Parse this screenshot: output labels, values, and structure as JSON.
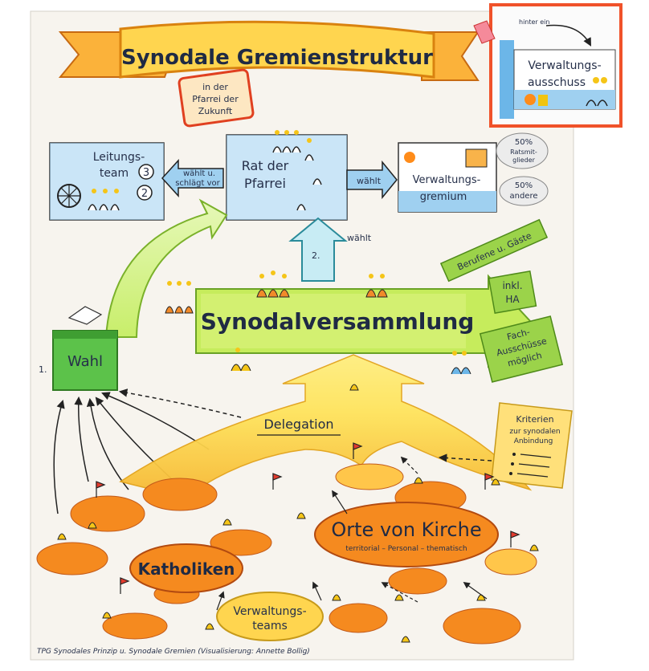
{
  "title": "Synodale Gremienstruktur",
  "subtitle_line1": "in der",
  "subtitle_line2": "Pfarrei der",
  "subtitle_line3": "Zukunft",
  "inset": {
    "tag": "hinter ein",
    "line1": "Verwaltungs-",
    "line2": "ausschuss"
  },
  "leitungsteam": {
    "line1": "Leitungs-",
    "line2": "team",
    "num1": "3",
    "num2": "2"
  },
  "arrow_waehlt_schlaegt": {
    "line1": "wählt u.",
    "line2": "schlägt vor"
  },
  "rat": {
    "line1": "Rat der",
    "line2": "Pfarrei"
  },
  "arrow_waehlt": "wählt",
  "verwaltungsgremium": {
    "line1": "Verwaltungs-",
    "line2": "gremium"
  },
  "pct1": {
    "line1": "50%",
    "line2": "Ratsmit-",
    "line3": "glieder"
  },
  "pct2": {
    "line1": "50%",
    "line2": "andere"
  },
  "num_2": "2.",
  "waehlt_up": "wählt",
  "berufene": "Berufene u. Gäste",
  "inkl_line1": "inkl.",
  "inkl_line2": "HA",
  "synodalversammlung": "Synodalversammlung",
  "fach": {
    "line1": "Fach-",
    "line2": "Ausschüsse",
    "line3": "möglich"
  },
  "num_1": "1.",
  "wahl": "Wahl",
  "delegation": "Delegation",
  "kriterien": {
    "line1": "Kriterien",
    "line2": "zur synodalen",
    "line3": "Anbindung"
  },
  "orte": {
    "line1": "Orte von Kirche",
    "line2": "territorial – Personal – thematisch"
  },
  "katholiken": "Katholiken",
  "verwaltungsteams": {
    "line1": "Verwaltungs-",
    "line2": "teams"
  },
  "footer": "TPG Synodales Prinzip u. Synodale Gremien (Visualisierung: Annette Bollig)",
  "colors": {
    "orange": "#f58a1f",
    "yellow": "#ffd43b",
    "green": "#8fd13a",
    "blue": "#6cb6e8",
    "red": "#e23b2e",
    "outline": "#f0522a"
  }
}
